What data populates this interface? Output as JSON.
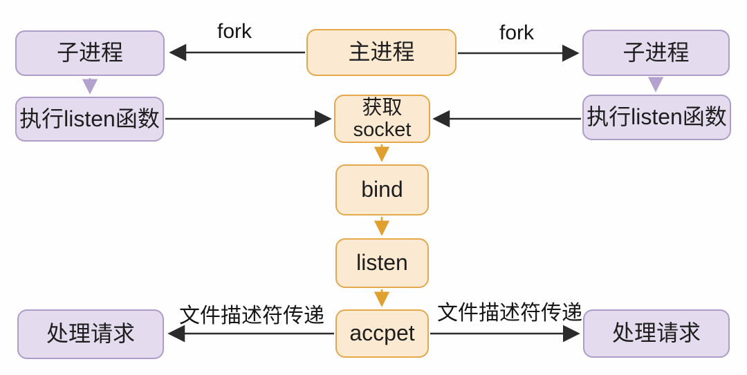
{
  "diagram": {
    "nodes": {
      "main_process": "主进程",
      "child_left": "子进程",
      "child_right": "子进程",
      "exec_listen_left": "执行listen函数",
      "exec_listen_right": "执行listen函数",
      "get_socket": "获取\nsocket",
      "bind": "bind",
      "listen": "listen",
      "accept": "accpet",
      "handle_left": "处理请求",
      "handle_right": "处理请求"
    },
    "edge_labels": {
      "fork_left": "fork",
      "fork_right": "fork",
      "fd_left": "文件描述符传递",
      "fd_right": "文件描述符传递"
    },
    "colors": {
      "orange_fill": "#FBEAD1",
      "orange_border": "#E2A84B",
      "purple_fill": "#E4DCEE",
      "purple_border": "#AC9CC6",
      "arrow_dark": "#2b2b2b",
      "arrow_orange": "#E0A030",
      "arrow_purple": "#B3A1CE"
    }
  }
}
